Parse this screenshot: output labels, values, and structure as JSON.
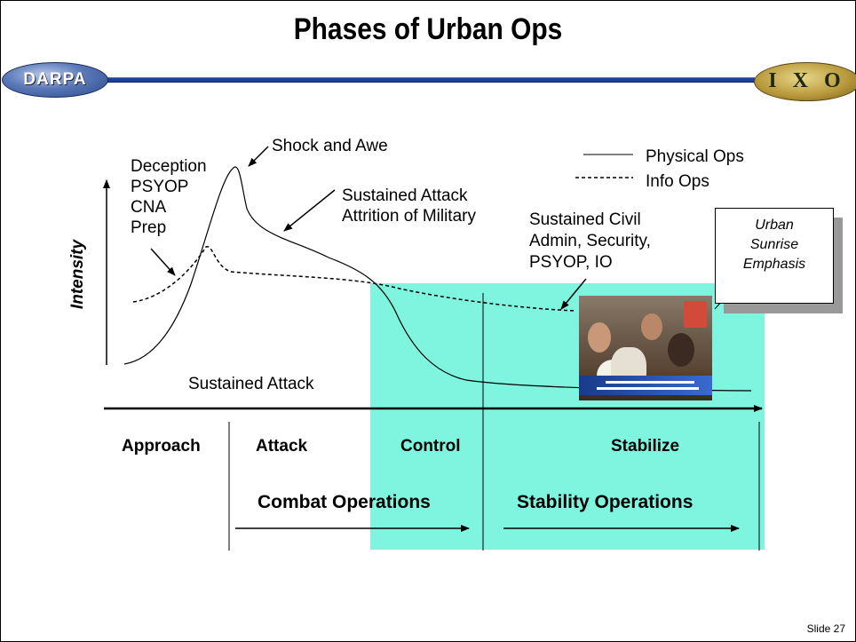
{
  "title": "Phases of Urban Ops",
  "logos": {
    "left": "DARPA",
    "right": "I X O"
  },
  "colors": {
    "stability_fill": "#7ff5df",
    "rule_blue": "#1f3f9a"
  },
  "legend": {
    "physical": "Physical Ops",
    "info": "Info Ops"
  },
  "axis": {
    "y_label": "Intensity"
  },
  "annotations": {
    "deception": [
      "Deception",
      "PSYOP",
      "CNA",
      "Prep"
    ],
    "shock": "Shock and Awe",
    "sustained_attack_military": [
      "Sustained Attack",
      "Attrition of Military"
    ],
    "civil": [
      "Sustained Civil",
      "Admin, Security,",
      "PSYOP, IO"
    ],
    "callout": [
      "Urban",
      "Sunrise",
      "Emphasis"
    ],
    "sustained_attack_low": "Sustained Attack"
  },
  "phases": [
    "Approach",
    "Attack",
    "Control",
    "Stabilize"
  ],
  "operations": {
    "combat": "Combat Operations",
    "stability": "Stability Operations"
  },
  "slide_number": "Slide 27"
}
